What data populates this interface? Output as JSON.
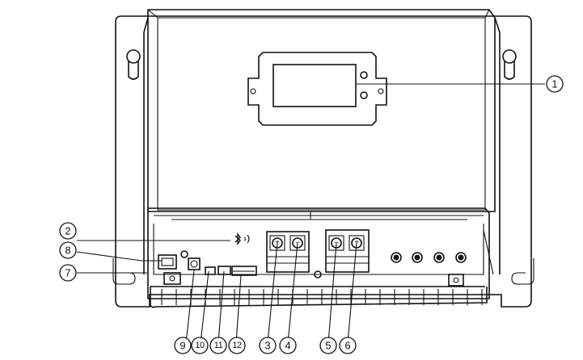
{
  "callouts": {
    "c1": "1",
    "c2": "2",
    "c3": "3",
    "c4": "4",
    "c5": "5",
    "c6": "6",
    "c7": "7",
    "c8": "8",
    "c9": "9",
    "c10": "10",
    "c11": "11",
    "c12": "12"
  },
  "icons": {
    "bluetooth": "bluetooth-icon"
  }
}
